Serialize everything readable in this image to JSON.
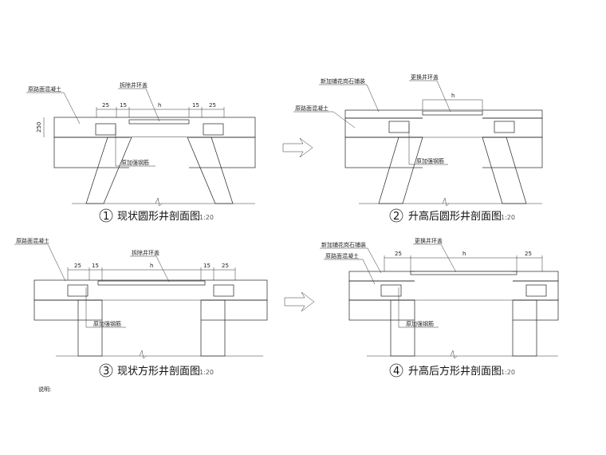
{
  "arrows": [
    "right-arrow",
    "right-arrow"
  ],
  "sections": [
    {
      "number": "1",
      "title": "现状圆形井剖面图",
      "scale": "1:20",
      "labels": {
        "pavement": "原路面混凝土",
        "cover": "拆除井环盖",
        "rebar": "原加强钢筋",
        "thickness": "250"
      },
      "dims": [
        "25",
        "15",
        "h",
        "15",
        "25"
      ]
    },
    {
      "number": "2",
      "title": "升高后圆形井剖面图",
      "scale": "1:20",
      "labels": {
        "granite": "新加铺花岗石铺装",
        "pavement": "原路面混凝土",
        "cover": "更换井环盖",
        "rebar": "原加强钢筋"
      },
      "dims": [
        "h"
      ]
    },
    {
      "number": "3",
      "title": "现状方形井剖面图",
      "scale": "1:20",
      "labels": {
        "pavement": "原路面混凝土",
        "cover": "拆除井环盖",
        "rebar": "原加强钢筋"
      },
      "dims": [
        "25",
        "15",
        "h",
        "15",
        "25"
      ]
    },
    {
      "number": "4",
      "title": "升高后方形井剖面图",
      "scale": "1:20",
      "labels": {
        "granite": "新加铺花岗石铺装",
        "pavement": "原路面混凝土",
        "cover": "更换井环盖",
        "rebar": "原加强钢筋"
      },
      "dims": [
        "25",
        "h",
        "25"
      ]
    }
  ],
  "notes_label": "说明:"
}
